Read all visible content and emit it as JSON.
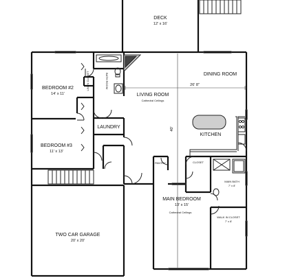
{
  "rooms": {
    "deck": {
      "name": "DECK",
      "size": "12' x 16'"
    },
    "dining": {
      "name": "DINING ROOM"
    },
    "living": {
      "name": "LIVING ROOM",
      "note": "Cathedral Ceilings",
      "dimension": "26' 8\""
    },
    "bedroom2": {
      "name": "BEDROOM #2",
      "size": "14' x 11'"
    },
    "bedroom3": {
      "name": "BEDROOM #3",
      "size": "11' x 13'"
    },
    "laundry": {
      "name": "LAUNDRY"
    },
    "kitchen": {
      "name": "KITCHEN"
    },
    "depth": {
      "dimension": "40'"
    },
    "pantry": {
      "name": "PANTRY"
    },
    "closet": {
      "name": "CLOSET"
    },
    "linen": {
      "name": "LINEN CLOSET"
    },
    "bath": {
      "name": "BATH ROOM"
    },
    "mainbath": {
      "name": "MAIN BATH",
      "size": "7' x 8'"
    },
    "master": {
      "name": "MAIN BEDROOM",
      "size": "13' x 15'",
      "note": "Cathedral Ceilings"
    },
    "walkin": {
      "name": "WALK IN CLOSET",
      "size": "7' x 8'"
    },
    "garage": {
      "name": "TWO CAR GARAGE",
      "size": "20' x 20'"
    }
  }
}
